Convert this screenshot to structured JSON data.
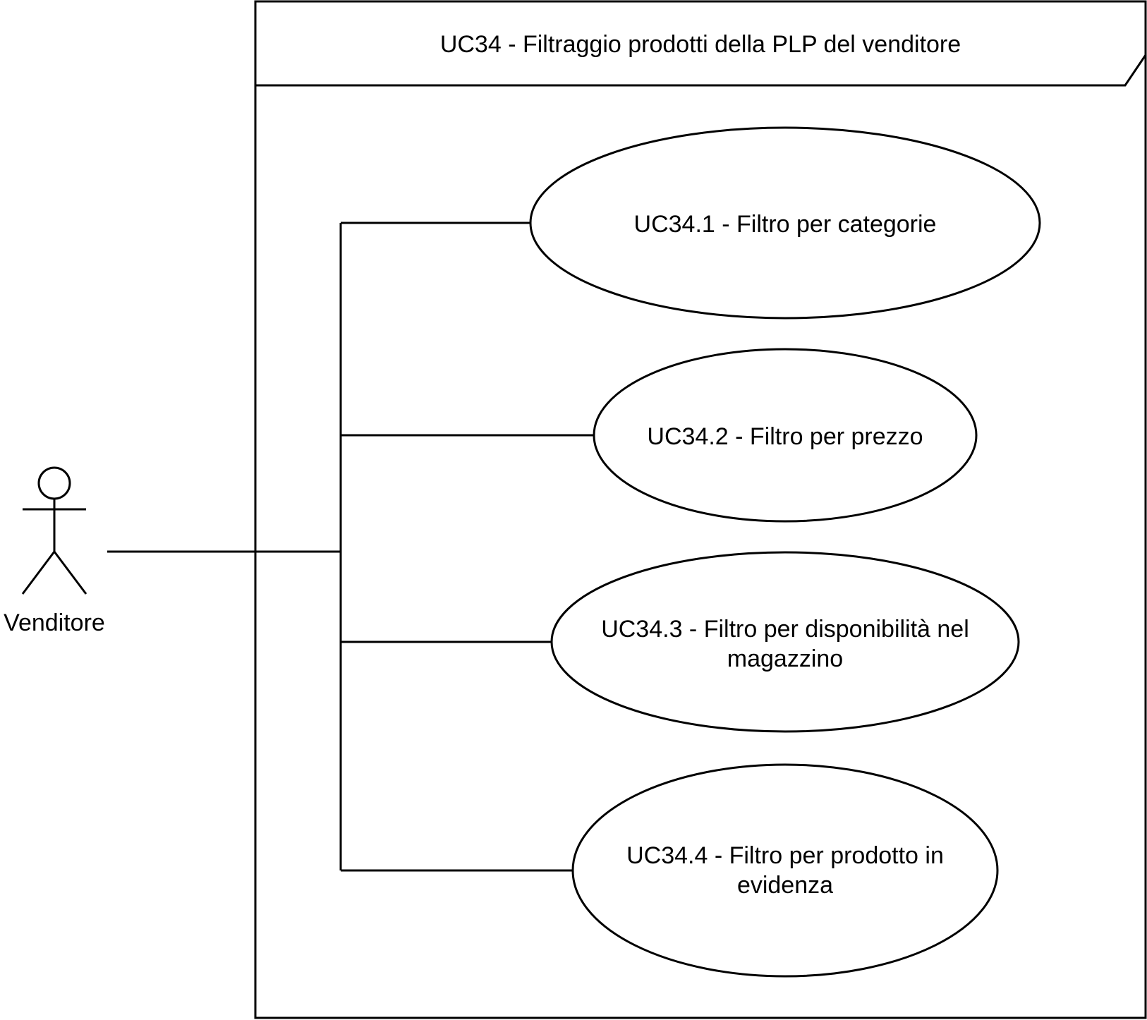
{
  "frame": {
    "title": "UC34 - Filtraggio prodotti della PLP del venditore"
  },
  "actor": {
    "name": "Venditore"
  },
  "use_cases": [
    {
      "line1": "UC34.1 - Filtro per categorie",
      "line2": ""
    },
    {
      "line1": "UC34.2 - Filtro per prezzo",
      "line2": ""
    },
    {
      "line1": "UC34.3 - Filtro per disponibilità nel",
      "line2": "magazzino"
    },
    {
      "line1": "UC34.4 - Filtro per prodotto in",
      "line2": "evidenza"
    }
  ],
  "colors": {
    "stroke": "#000000",
    "background": "#ffffff"
  }
}
